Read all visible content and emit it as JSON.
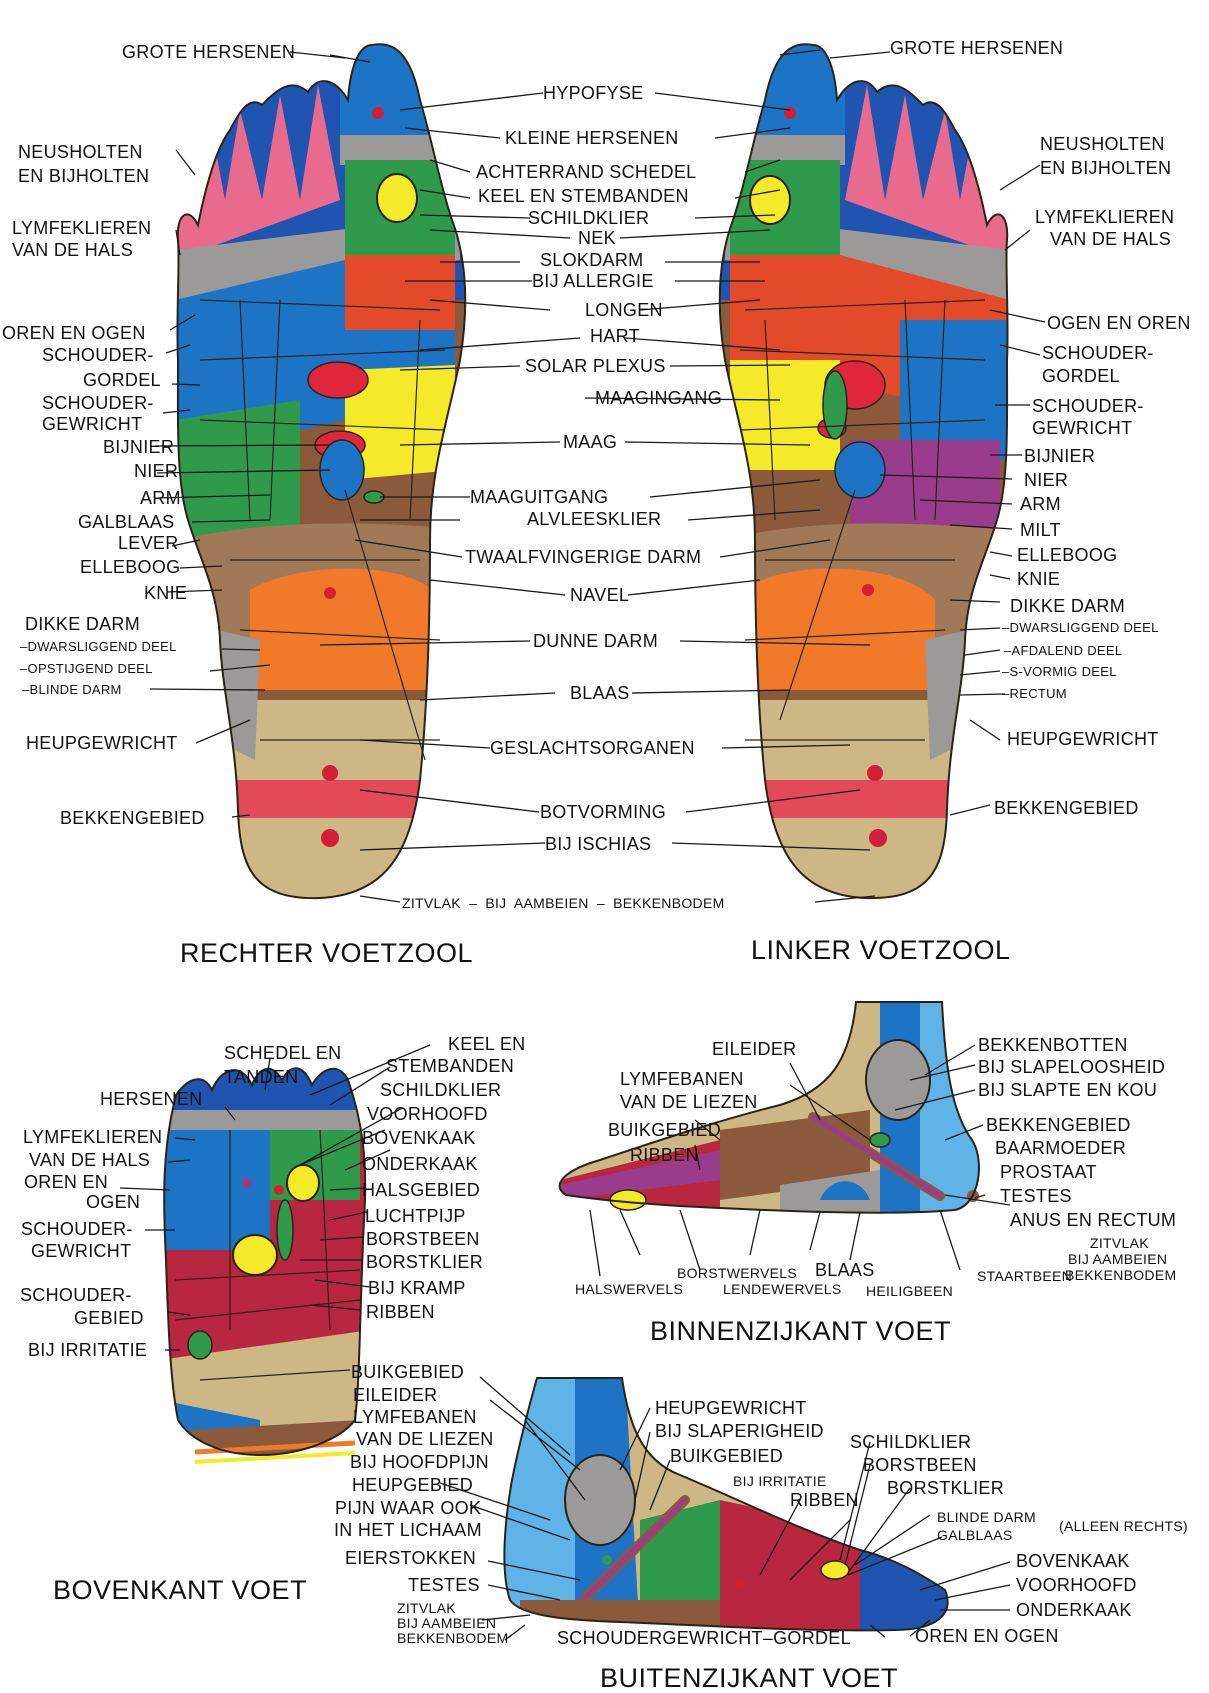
{
  "titles": {
    "right_sole": "RECHTER VOETZOOL",
    "left_sole": "LINKER VOETZOOL",
    "inner_side": "BINNENZIJKANT VOET",
    "top_foot": "BOVENKANT VOET",
    "outer_side": "BUITENZIJKANT VOET"
  },
  "soles_center": {
    "grote_hersenen": "GROTE HERSENEN",
    "hypofyse": "HYPOFYSE",
    "kleine_hersenen": "KLEINE HERSENEN",
    "achterrand_schedel": "ACHTERRAND SCHEDEL",
    "keel_stembanden": "KEEL EN STEMBANDEN",
    "schildklier": "SCHILDKLIER",
    "nek": "NEK",
    "slokdarm": "SLOKDARM",
    "bij_allergie": "BIJ ALLERGIE",
    "longen": "LONGEN",
    "hart": "HART",
    "solar_plexus": "SOLAR PLEXUS",
    "maagingang": "MAAGINGANG",
    "maag": "MAAG",
    "maaguitgang": "MAAGUITGANG",
    "alvleesklier": "ALVLEESKLIER",
    "twaalfvingerige_darm": "TWAALFVINGERIGE DARM",
    "navel": "NAVEL",
    "dunne_darm": "DUNNE DARM",
    "blaas": "BLAAS",
    "geslachtsorganen": "GESLACHTSORGANEN",
    "botvorming": "BOTVORMING",
    "bij_ischias": "BIJ ISCHIAS",
    "bottom_line": "ZITVLAK  –  BIJ AAMBEIEN  –  BEKKENBODEM"
  },
  "right_sole_left": {
    "grote_hersenen": "GROTE HERSENEN",
    "neusholten_1": "NEUSHOLTEN",
    "neusholten_2": "EN BIJHOLTEN",
    "lymf_1": "LYMFEKLIEREN",
    "lymf_2": "VAN DE HALS",
    "oren_ogen": "OREN EN OGEN",
    "schoudergordel_1": "SCHOUDER-",
    "schoudergordel_2": "GORDEL",
    "schoudergewricht_1": "SCHOUDER-",
    "schoudergewricht_2": "GEWRICHT",
    "bijnier": "BIJNIER",
    "nier": "NIER",
    "arm": "ARM",
    "galblaas": "GALBLAAS",
    "lever": "LEVER",
    "elleboog": "ELLEBOOG",
    "knie": "KNIE",
    "dikke_darm": "DIKKE DARM",
    "dwarsliggend": "–DWARSLIGGEND DEEL",
    "opstijgend": "–OPSTIJGEND DEEL",
    "blinde_darm": "–BLINDE DARM",
    "heupgewricht": "HEUPGEWRICHT",
    "bekkengebied": "BEKKENGEBIED"
  },
  "left_sole_right": {
    "grote_hersenen": "GROTE HERSENEN",
    "neusholten_1": "NEUSHOLTEN",
    "neusholten_2": "EN BIJHOLTEN",
    "lymf_1": "LYMFEKLIEREN",
    "lymf_2": "VAN DE HALS",
    "ogen_oren": "OGEN EN OREN",
    "schoudergordel_1": "SCHOUDER-",
    "schoudergordel_2": "GORDEL",
    "schoudergewricht_1": "SCHOUDER-",
    "schoudergewricht_2": "GEWRICHT",
    "bijnier": "BIJNIER",
    "nier": "NIER",
    "arm": "ARM",
    "milt": "MILT",
    "elleboog": "ELLEBOOG",
    "knie": "KNIE",
    "dikke_darm": "DIKKE DARM",
    "dwarsliggend": "–DWARSLIGGEND DEEL",
    "afdalend": "–AFDALEND DEEL",
    "s_vormig": "–S-VORMIG DEEL",
    "rectum": "–RECTUM",
    "heupgewricht": "HEUPGEWRICHT",
    "bekkengebied": "BEKKENGEBIED"
  },
  "top_foot": {
    "schedel_1": "SCHEDEL EN",
    "schedel_2": "TANDEN",
    "keel_1": "KEEL EN",
    "keel_2": "STEMBANDEN",
    "hersenen": "HERSENEN",
    "schildklier": "SCHILDKLIER",
    "voorhoofd": "VOORHOOFD",
    "lymf_1": "LYMFEKLIEREN",
    "lymf_2": "VAN DE HALS",
    "bovenkaak": "BOVENKAAK",
    "onderkaak": "ONDERKAAK",
    "oren_1": "OREN EN",
    "oren_2": "OGEN",
    "halsgebied": "HALSGEBIED",
    "schouder_1": "SCHOUDER-",
    "schouder_2": "GEWRICHT",
    "luchtpijp": "LUCHTPIJP",
    "borstbeen": "BORSTBEEN",
    "borstklier": "BORSTKLIER",
    "schoudergebied_1": "SCHOUDER-",
    "schoudergebied_2": "GEBIED",
    "bij_kramp": "BIJ KRAMP",
    "ribben": "RIBBEN",
    "bij_irritatie": "BIJ IRRITATIE"
  },
  "inner_side": {
    "eileider": "EILEIDER",
    "bekkenbotten": "BEKKENBOTTEN",
    "bij_slapeloosheid": "BIJ SLAPELOOSHEID",
    "bij_slapte": "BIJ SLAPTE EN KOU",
    "lymfebanen_1": "LYMFEBANEN",
    "lymfebanen_2": "VAN DE LIEZEN",
    "buikgebied": "BUIKGEBIED",
    "ribben": "RIBBEN",
    "bekkengebied": "BEKKENGEBIED",
    "baarmoeder": "BAARMOEDER",
    "prostaat": "PROSTAAT",
    "testes": "TESTES",
    "anus": "ANUS EN RECTUM",
    "zitvlak": "ZITVLAK",
    "bij_aambeien": "BIJ AAMBEIEN",
    "bekkenbodem": "BEKKENBODEM",
    "borstwervels": "BORSTWERVELS",
    "blaas": "BLAAS",
    "halswervels": "HALSWERVELS",
    "lendewervels": "LENDEWERVELS",
    "heiligbeen": "HEILIGBEEN",
    "staartbeen": "STAARTBEEN"
  },
  "outer_side": {
    "buikgebied": "BUIKGEBIED",
    "eileider": "EILEIDER",
    "lymfebanen_1": "LYMFEBANEN",
    "lymfebanen_2": "VAN DE LIEZEN",
    "bij_hoofdpijn": "BIJ HOOFDPIJN",
    "heupgebied": "HEUPGEBIED",
    "pijn_1": "PIJN WAAR OOK",
    "pijn_2": "IN HET LICHAAM",
    "eierstokken": "EIERSTOKKEN",
    "testes": "TESTES",
    "zitvlak": "ZITVLAK",
    "bij_aambeien": "BIJ AAMBEIEN",
    "bekkenbodem": "BEKKENBODEM",
    "heupgewricht": "HEUPGEWRICHT",
    "bij_slaperigheid": "BIJ SLAPERIGHEID",
    "buikgebied2": "BUIKGEBIED",
    "schildklier": "SCHILDKLIER",
    "borstbeen": "BORSTBEEN",
    "bij_irritatie": "BIJ IRRITATIE",
    "borstklier": "BORSTKLIER",
    "ribben": "RIBBEN",
    "blinde_darm": "BLINDE DARM",
    "galblaas": "GALBLAAS",
    "alleen_rechts": "(ALLEEN RECHTS)",
    "bovenkaak": "BOVENKAAK",
    "voorhoofd": "VOORHOOFD",
    "onderkaak": "ONDERKAAK",
    "schoudergewricht": "SCHOUDERGEWRICHT–GORDEL",
    "oren_ogen": "OREN EN OGEN"
  },
  "colors": {
    "blue": "#1d74c4",
    "dark_blue": "#1f55b0",
    "light_blue": "#5fb3e6",
    "green": "#2f9a4c",
    "yellow": "#f4ea2a",
    "red": "#e0263a",
    "crimson": "#b8273f",
    "orange": "#f07a2a",
    "tan": "#cdb785",
    "brown": "#8a5a3a",
    "gray": "#9c9a98",
    "pink": "#e86a8c",
    "purple": "#9a3c8c"
  }
}
